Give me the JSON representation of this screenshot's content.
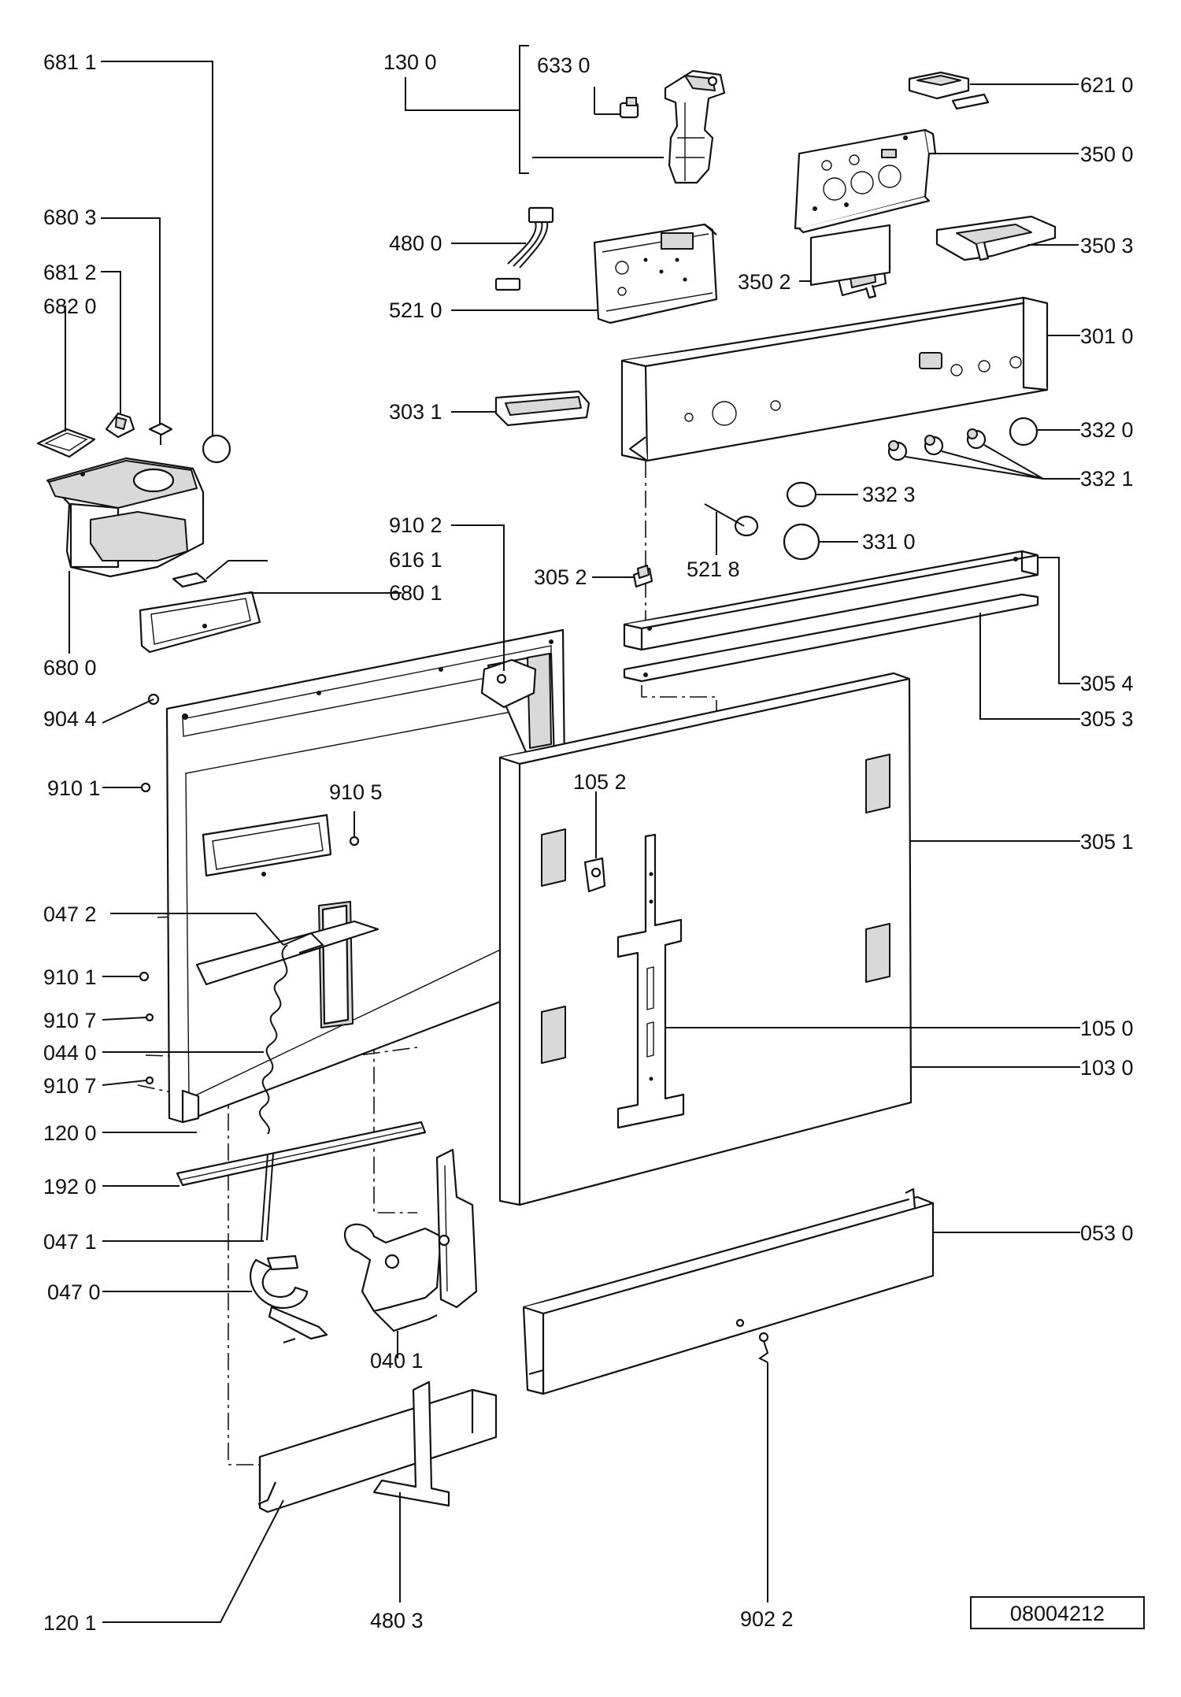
{
  "diagram_id": "08004212",
  "callouts": {
    "c6811": "681 1",
    "c1300": "130 0",
    "c6330": "633 0",
    "c6210": "621 0",
    "c3500": "350 0",
    "c6803": "680 3",
    "c4800": "480 0",
    "c3503": "350 3",
    "c6812": "681 2",
    "c6820": "682 0",
    "c3502": "350 2",
    "c5210": "521 0",
    "c3010": "301 0",
    "c3031": "303 1",
    "c3320": "332 0",
    "c3321": "332 1",
    "c3323": "332 3",
    "c9102": "910 2",
    "c3310": "331 0",
    "c6161": "616 1",
    "c3052": "305 2",
    "c5218": "521 8",
    "c6801": "680 1",
    "c6800": "680 0",
    "c3054": "305 4",
    "c9044": "904 4",
    "c3053": "305 3",
    "c1052": "105 2",
    "c9101a": "910 1",
    "c9105": "910 5",
    "c3051": "305 1",
    "c0472": "047 2",
    "c9101b": "910 1",
    "c9107a": "910 7",
    "c0440": "044 0",
    "c1050": "105 0",
    "c9107b": "910 7",
    "c1030": "103 0",
    "c1200": "120 0",
    "c1920": "192 0",
    "c0530": "053 0",
    "c0471": "047 1",
    "c0470": "047 0",
    "c0401": "040 1",
    "c1201": "120 1",
    "c4803": "480 3",
    "c9022": "902 2"
  }
}
